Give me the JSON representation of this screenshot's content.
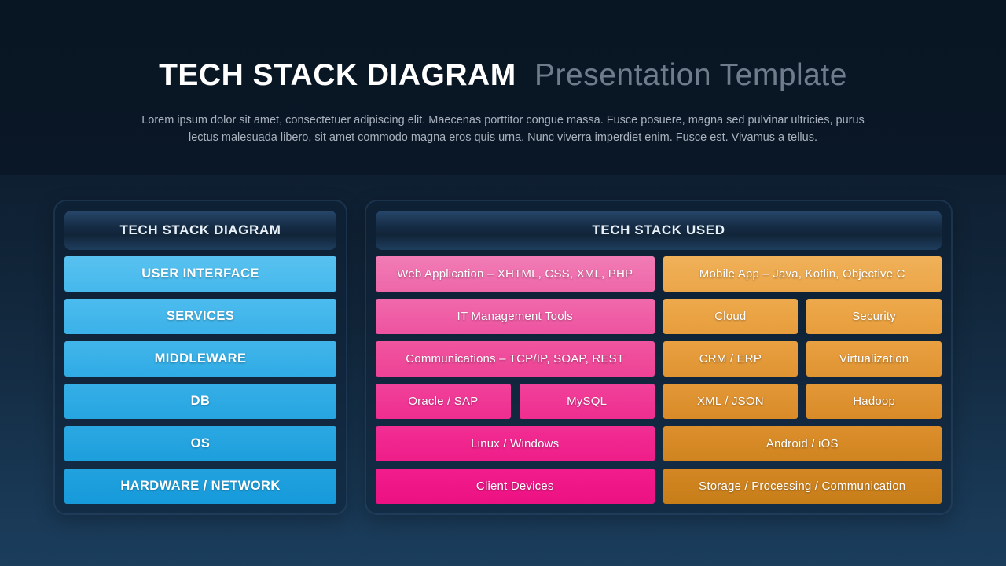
{
  "header": {
    "title_bold": "TECH STACK DIAGRAM",
    "title_light": "Presentation Template",
    "subtitle_line1": "Lorem ipsum dolor sit amet, consectetuer adipiscing elit. Maecenas porttitor congue massa. Fusce posuere, magna sed pulvinar ultricies, purus",
    "subtitle_line2": "lectus malesuada libero, sit amet commodo magna eros quis urna. Nunc viverra imperdiet enim. Fusce est. Vivamus a tellus."
  },
  "colors": {
    "background_top": "#081522",
    "background_bottom": "#143450",
    "panel_border": "#2c4a6d",
    "header_text": "#e8f1f8",
    "title_light_gray": "#6f7c8c",
    "subtitle_gray": "#a9b2be",
    "blue_accent": "#2ba8e2",
    "pink_accent": "#f02991",
    "orange_accent": "#dc9030"
  },
  "left_panel": {
    "header": "TECH STACK DIAGRAM",
    "items": [
      {
        "label": "USER INTERFACE",
        "top": "#58c2f0",
        "bottom": "#46b8ec"
      },
      {
        "label": "SERVICES",
        "top": "#4cbcee",
        "bottom": "#3bb1e8"
      },
      {
        "label": "MIDDLEWARE",
        "top": "#41b5ea",
        "bottom": "#30abe5"
      },
      {
        "label": "DB",
        "top": "#35aee6",
        "bottom": "#26a5e1"
      },
      {
        "label": "OS",
        "top": "#2ba8e2",
        "bottom": "#1d9fdd"
      },
      {
        "label": "HARDWARE / NETWORK",
        "top": "#22a2df",
        "bottom": "#169ada"
      }
    ]
  },
  "right_panel": {
    "header": "TECH STACK USED",
    "cells": [
      {
        "label": "Web Application – XHTML, CSS, XML, PHP",
        "top": "#f17cb5",
        "bottom": "#ee67a9"
      },
      {
        "label": "Mobile App – Java, Kotlin, Objective C",
        "top": "#f0b158",
        "bottom": "#eca64a"
      },
      {
        "label": "IT Management Tools",
        "top": "#f069ac",
        "bottom": "#ee53a0"
      },
      {
        "label": "Cloud",
        "top": "#eda94c",
        "bottom": "#e79d3c"
      },
      {
        "label": "Security",
        "top": "#eda94c",
        "bottom": "#e79d3c"
      },
      {
        "label": "Communications – TCP/IP, SOAP, REST",
        "top": "#f0559f",
        "bottom": "#ee4296"
      },
      {
        "label": "CRM / ERP",
        "top": "#e9a041",
        "bottom": "#e09432"
      },
      {
        "label": "Virtualization",
        "top": "#e9a041",
        "bottom": "#e09432"
      },
      {
        "label": "Oracle / SAP",
        "top": "#f0429a",
        "bottom": "#ef2d90"
      },
      {
        "label": "MySQL",
        "top": "#f0429a",
        "bottom": "#ef2d90"
      },
      {
        "label": "XML / JSON",
        "top": "#e39737",
        "bottom": "#d98b28"
      },
      {
        "label": "Hadoop",
        "top": "#e39737",
        "bottom": "#d98b28"
      },
      {
        "label": "Linux / Windows",
        "top": "#f12e93",
        "bottom": "#ef1d89"
      },
      {
        "label": "Android / iOS",
        "top": "#dc8f2c",
        "bottom": "#d0841f"
      },
      {
        "label": "Client Devices",
        "top": "#f21d8d",
        "bottom": "#ec1182"
      },
      {
        "label": "Storage / Processing / Communication",
        "top": "#d48724",
        "bottom": "#c67d18"
      }
    ]
  }
}
